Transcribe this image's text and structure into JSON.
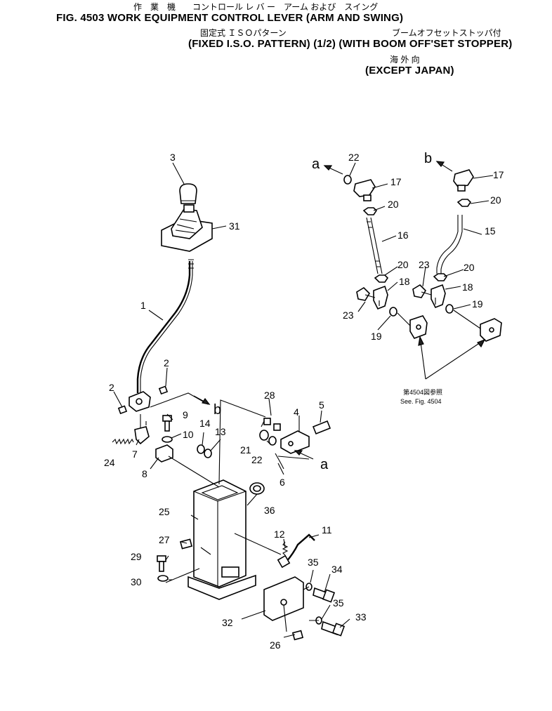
{
  "header": {
    "line1_jp": "作　業　機　　コントロール レ バ ー　アーム および　スイング",
    "line2_en": "FIG. 4503  WORK EQUIPMENT CONTROL LEVER (ARM AND SWING)",
    "line3_jp_left": "固定式 ＩＳＯパターン",
    "line3_jp_right": "ブームオフセットストッパ付",
    "line4_en": "(FIXED I.S.O. PATTERN) (1/2) (WITH BOOM OFF'SET STOPPER)",
    "line5_jp": "海 外 向",
    "line6_en": "(EXCEPT JAPAN)"
  },
  "reference": {
    "jp": "第4504図参照",
    "en": "See. Fig. 4504"
  },
  "connector_labels": {
    "a": "a",
    "b": "b"
  },
  "callouts": {
    "c1": "1",
    "c2a": "2",
    "c2b": "2",
    "c3": "3",
    "c4": "4",
    "c5": "5",
    "c6": "6",
    "c7": "7",
    "c8": "8",
    "c9": "9",
    "c10": "10",
    "c11": "11",
    "c12": "12",
    "c13": "13",
    "c14": "14",
    "c15": "15",
    "c16": "16",
    "c17a": "17",
    "c17b": "17",
    "c18a": "18",
    "c18b": "18",
    "c19a": "19",
    "c19b": "19",
    "c20a": "20",
    "c20b": "20",
    "c20c": "20",
    "c20d": "20",
    "c21": "21",
    "c22a": "22",
    "c22b": "22",
    "c23a": "23",
    "c23b": "23",
    "c24": "24",
    "c25": "25",
    "c26": "26",
    "c27": "27",
    "c28": "28",
    "c29": "29",
    "c30": "30",
    "c31": "31",
    "c32": "32",
    "c33": "33",
    "c34": "34",
    "c35a": "35",
    "c35b": "35",
    "c36": "36"
  }
}
